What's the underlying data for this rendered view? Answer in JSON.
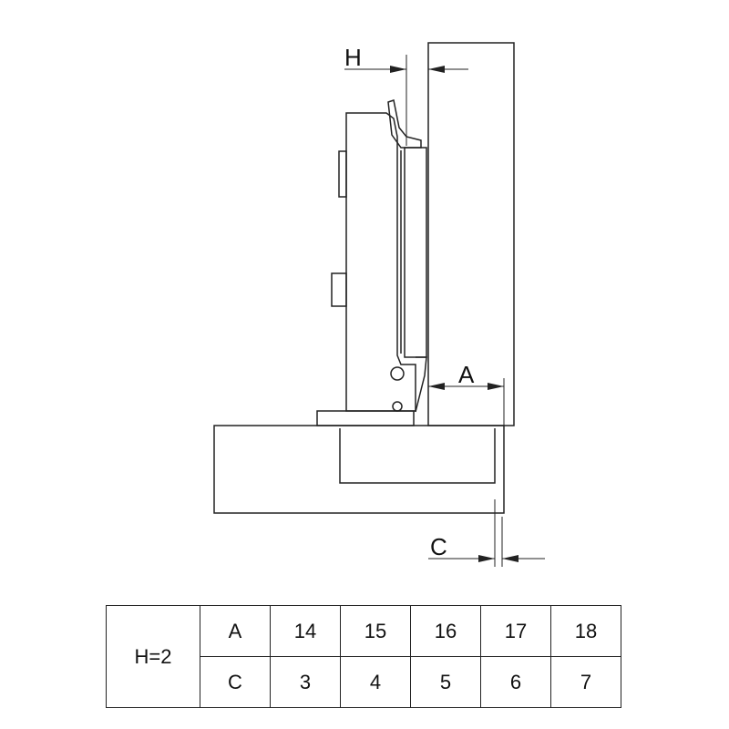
{
  "diagram": {
    "dimension_labels": {
      "h": "H",
      "a": "A",
      "c": "C"
    }
  },
  "table": {
    "h_value": "H=2",
    "rows": [
      {
        "label": "A",
        "values": [
          "14",
          "15",
          "16",
          "17",
          "18"
        ]
      },
      {
        "label": "C",
        "values": [
          "3",
          "4",
          "5",
          "6",
          "7"
        ]
      }
    ]
  }
}
